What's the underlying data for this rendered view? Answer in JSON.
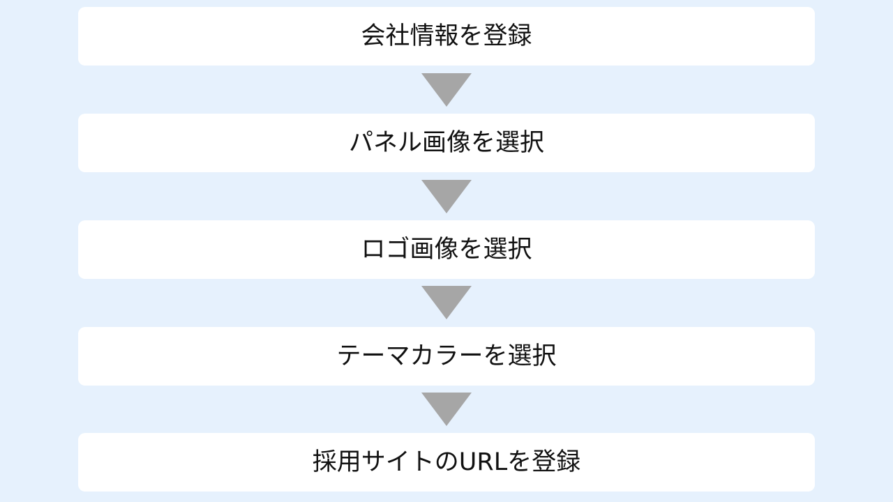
{
  "flow": {
    "steps": [
      {
        "label": "会社情報を登録"
      },
      {
        "label": "パネル画像を選択"
      },
      {
        "label": "ロゴ画像を選択"
      },
      {
        "label": "テーマカラーを選択"
      },
      {
        "label": "採用サイトのURLを登録"
      }
    ],
    "arrow_icon": "down-triangle",
    "colors": {
      "background": "#e6f1fd",
      "box": "#ffffff",
      "arrow": "#a6a6a6",
      "text": "#111111"
    }
  }
}
